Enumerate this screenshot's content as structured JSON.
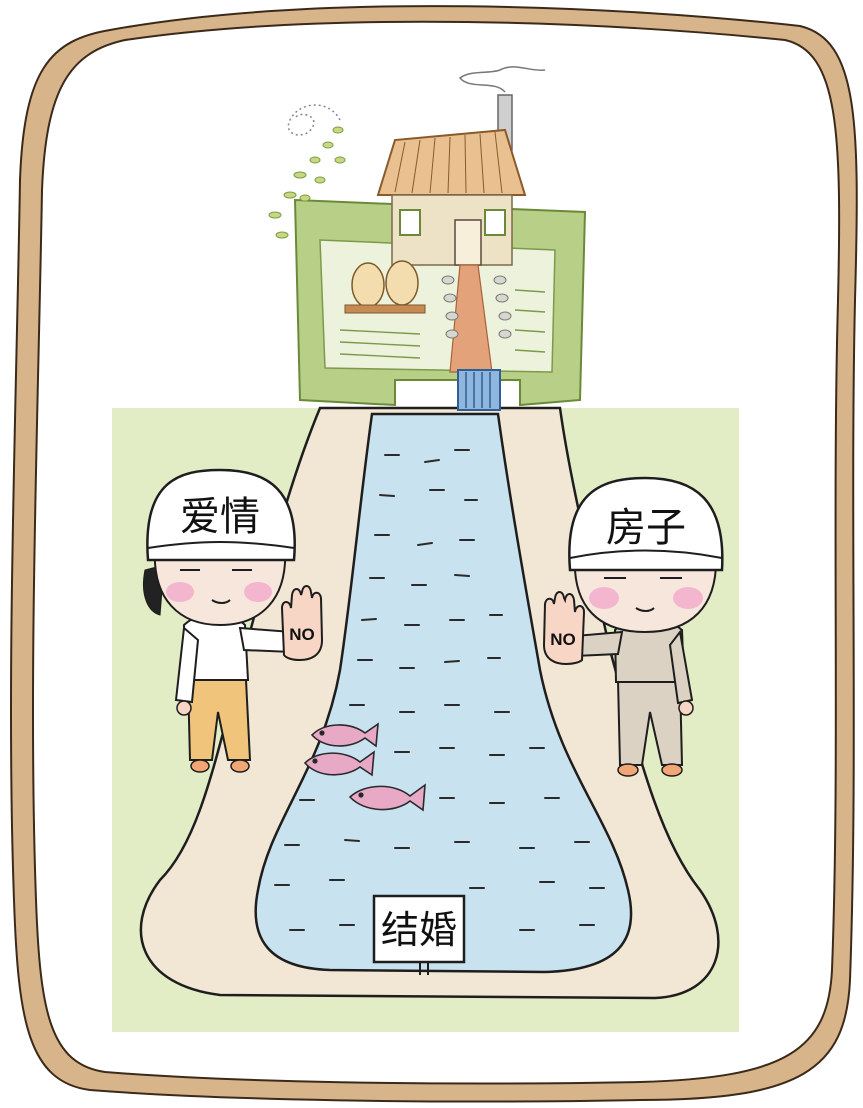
{
  "labels": {
    "left_cap": "爱情",
    "right_cap": "房子",
    "sign": "结婚",
    "left_palm": "NO",
    "right_palm": "NO"
  },
  "colors": {
    "frame": "#d8b48a",
    "field": "#e2ecc5",
    "path": "#f2e6d4",
    "river": "#c9e2ef",
    "fish": "#e8a9c6",
    "pants_left": "#f1c47b",
    "clothes_right": "#dcd2c4",
    "hedge": "#b7cf86",
    "roof": "#e9c08f"
  }
}
